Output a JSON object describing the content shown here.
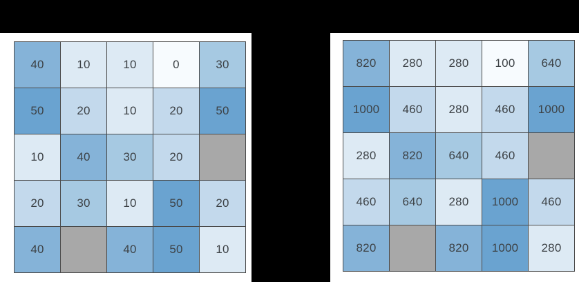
{
  "background_color": "#000000",
  "panel_color": "#ffffff",
  "grid_line_color": "#4a4a4a",
  "text_color": "#3d4246",
  "masked_color": "#a8a8a8",
  "color_scale": {
    "0": "#f7fbfe",
    "10": "#ddeaf4",
    "20": "#c3d9ec",
    "30": "#a6c9e2",
    "40": "#85b3d8",
    "50": "#6aa3d0",
    "100": "#f7fbfe",
    "280": "#ddeaf4",
    "460": "#c3d9ec",
    "640": "#a6c9e2",
    "820": "#85b3d8",
    "1000": "#6aa3d0",
    "masked": "#a8a8a8"
  },
  "chart_data": [
    {
      "type": "heatmap",
      "name": "left-heatmap",
      "title": "",
      "xlabel": "",
      "ylabel": "",
      "rows": 5,
      "cols": 5,
      "vmin": 0,
      "vmax": 50,
      "grid": true,
      "annotated": true,
      "values": [
        [
          40,
          10,
          10,
          0,
          30
        ],
        [
          50,
          20,
          10,
          20,
          50
        ],
        [
          10,
          40,
          30,
          20,
          null
        ],
        [
          20,
          30,
          10,
          50,
          20
        ],
        [
          40,
          null,
          40,
          50,
          10
        ]
      ],
      "labels": [
        [
          "40",
          "10",
          "10",
          "0",
          "30"
        ],
        [
          "50",
          "20",
          "10",
          "20",
          "50"
        ],
        [
          "10",
          "40",
          "30",
          "20",
          ""
        ],
        [
          "20",
          "30",
          "10",
          "50",
          "20"
        ],
        [
          "40",
          "",
          "40",
          "50",
          "10"
        ]
      ],
      "masked_cells": [
        [
          2,
          4
        ],
        [
          4,
          1
        ]
      ]
    },
    {
      "type": "heatmap",
      "name": "right-heatmap",
      "title": "",
      "xlabel": "",
      "ylabel": "",
      "rows": 5,
      "cols": 5,
      "vmin": 100,
      "vmax": 1000,
      "grid": true,
      "annotated": true,
      "values": [
        [
          820,
          280,
          280,
          100,
          640
        ],
        [
          1000,
          460,
          280,
          460,
          1000
        ],
        [
          280,
          820,
          640,
          460,
          null
        ],
        [
          460,
          640,
          280,
          1000,
          460
        ],
        [
          820,
          null,
          820,
          1000,
          280
        ]
      ],
      "labels": [
        [
          "820",
          "280",
          "280",
          "100",
          "640"
        ],
        [
          "1000",
          "460",
          "280",
          "460",
          "1000"
        ],
        [
          "280",
          "820",
          "640",
          "460",
          ""
        ],
        [
          "460",
          "640",
          "280",
          "1000",
          "460"
        ],
        [
          "820",
          "",
          "820",
          "1000",
          "280"
        ]
      ],
      "masked_cells": [
        [
          2,
          4
        ],
        [
          4,
          1
        ]
      ]
    }
  ]
}
